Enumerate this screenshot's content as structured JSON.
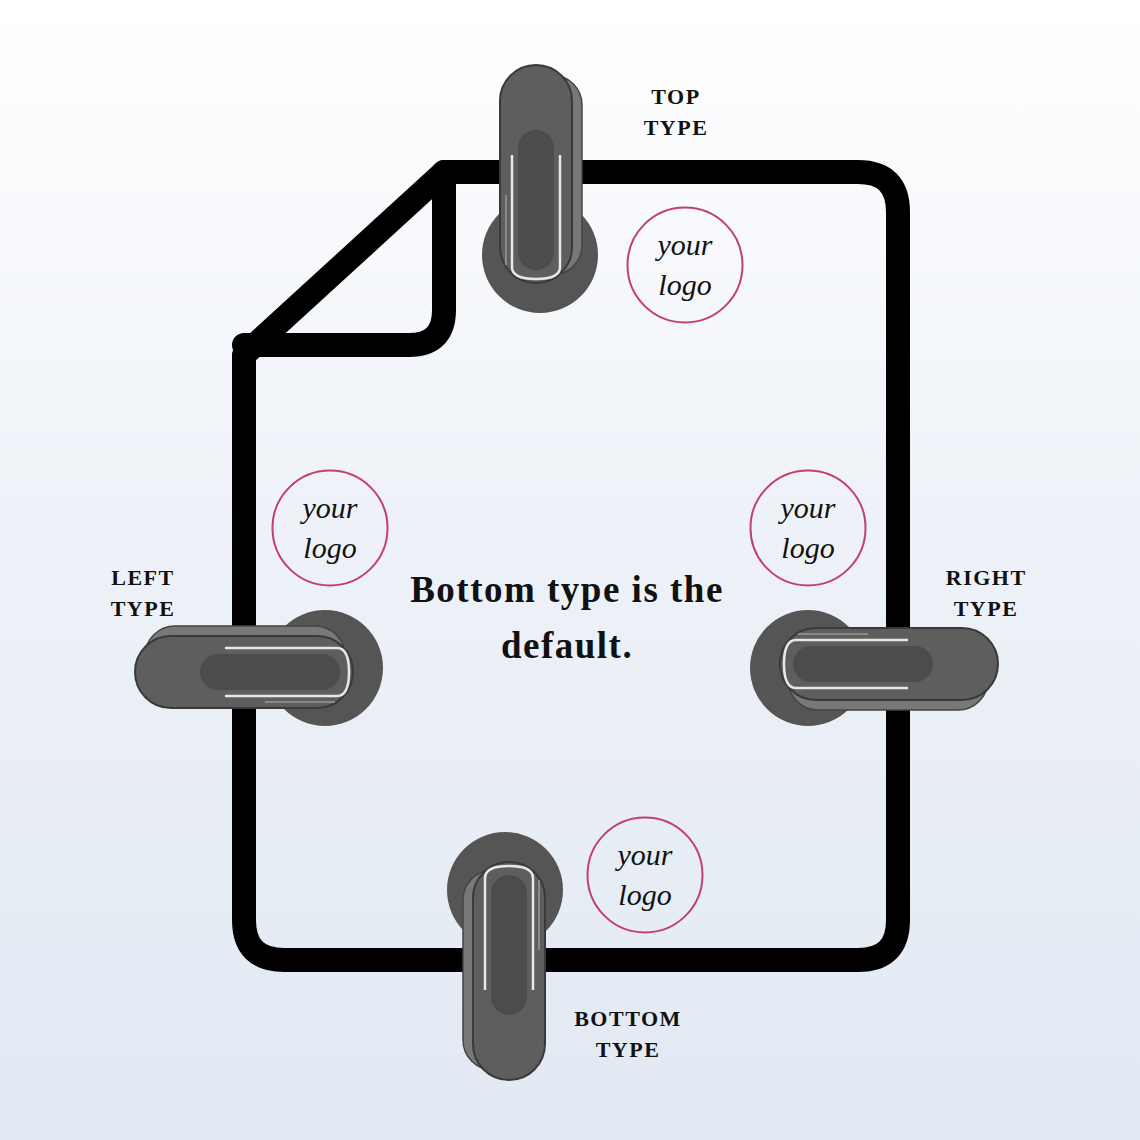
{
  "diagram": {
    "nodes": [
      {
        "text": [
          "Bottom type is the default."
        ]
      },
      {
        "text": [
          "your logo"
        ],
        "in": 0
      },
      {
        "text": [
          "your logo"
        ],
        "in": 0
      },
      {
        "text": [
          "your logo"
        ],
        "in": 0
      },
      {
        "text": [
          "your logo"
        ],
        "in": 0
      }
    ],
    "labels": [
      "TOP TYPE",
      "LEFT TYPE",
      "RIGHT TYPE",
      "BOTTOM TYPE"
    ]
  }
}
